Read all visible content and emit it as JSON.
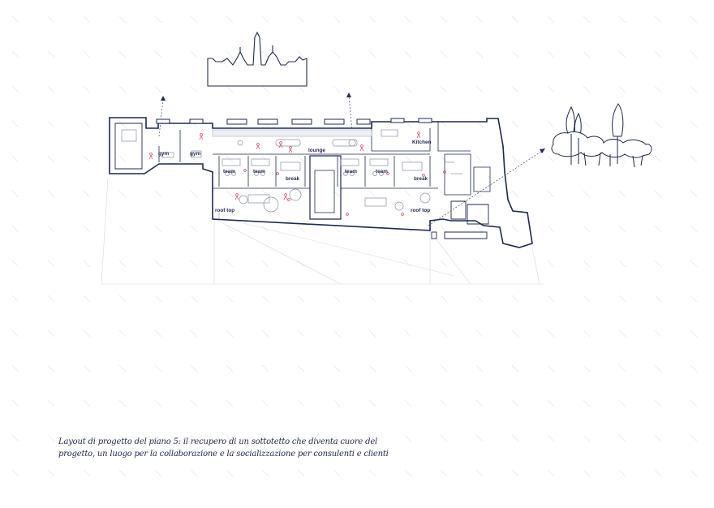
{
  "plan": {
    "rooms": {
      "gym_1": "gym",
      "gym_2": "gym",
      "lounge": "lounge",
      "kitchen": "Kitchen",
      "team_1": "team",
      "team_2": "team",
      "break_1": "break",
      "team_3": "team",
      "team_4": "team",
      "break_2": "break",
      "roof_top_1": "roof top",
      "roof_top_2": "roof top"
    }
  },
  "caption": {
    "line_1": "Layout di progetto del piano 5: il recupero di un sottotetto che diventa cuore del",
    "line_2": "progetto, un luogo per la collaborazione e la socializzazione per consulenti e clienti"
  },
  "colors": {
    "ink": "#1f2a4d",
    "furniture": "#8a90a8",
    "accent": "#d93a5e",
    "hatch": "#e2e4ec"
  }
}
